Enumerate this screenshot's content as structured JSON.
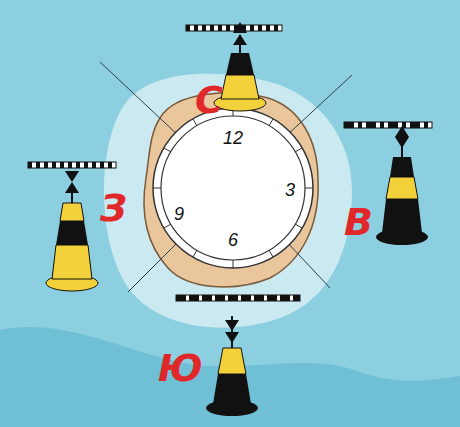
{
  "diagram": {
    "nodes": [
      {
        "text": [
          "12",
          "3",
          "6",
          "9"
        ]
      }
    ],
    "labels": [
      "С",
      "З",
      "В",
      "Ю"
    ]
  }
}
